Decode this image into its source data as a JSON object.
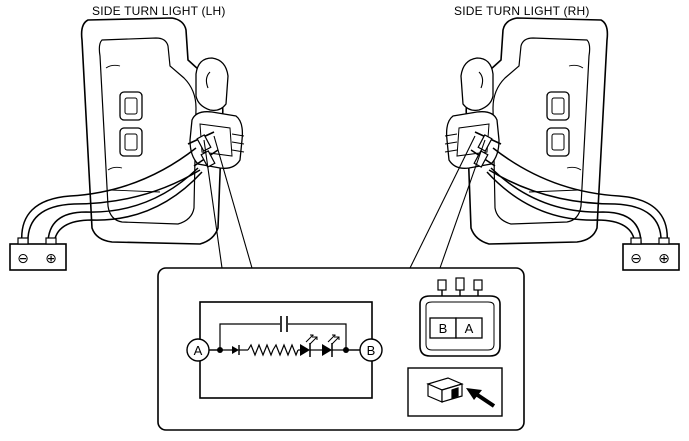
{
  "titles": {
    "left": "SIDE TURN LIGHT (LH)",
    "right": "SIDE TURN LIGHT (RH)"
  },
  "terminals": {
    "a": "A",
    "b": "B"
  },
  "connector": {
    "pin_left": "B",
    "pin_right": "A"
  },
  "battery": {
    "negative": "⊖",
    "positive": "⊕"
  },
  "icons": [
    "battery-icon",
    "connector-icon",
    "arrow-icon",
    "diode-icon",
    "resistor-icon",
    "led-icon",
    "capacitor-icon"
  ]
}
